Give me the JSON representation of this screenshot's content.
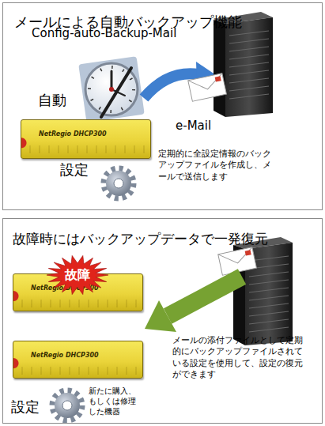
{
  "diagram": {
    "nodes": [
      {
        "text": [
          "メールによる自動バックアップ機能"
        ]
      },
      {
        "text": [
          "NetRegio DHCP300"
        ],
        "in": 0
      },
      {
        "text": [
          "故障時にはバックアップデータで一発復元"
        ]
      },
      {
        "text": [
          "NetRegio DHCP300"
        ],
        "in": 2
      },
      {
        "text": [
          "故障"
        ],
        "in": 3
      },
      {
        "text": [
          "NetRegio DHCP300"
        ],
        "in": 2
      }
    ],
    "labels": [
      "Config-auto-Backup-Mail",
      "自動",
      "e-Mail",
      "設定",
      "定期的に全設定情報のバックアップファイルを作成し、メールで送信します",
      "メールの添付ファイルとして定期的にバックアップファイルされている設定を使用して、設定の復元ができます",
      "設定",
      "新たに購入、もしくは修理した機器"
    ]
  }
}
